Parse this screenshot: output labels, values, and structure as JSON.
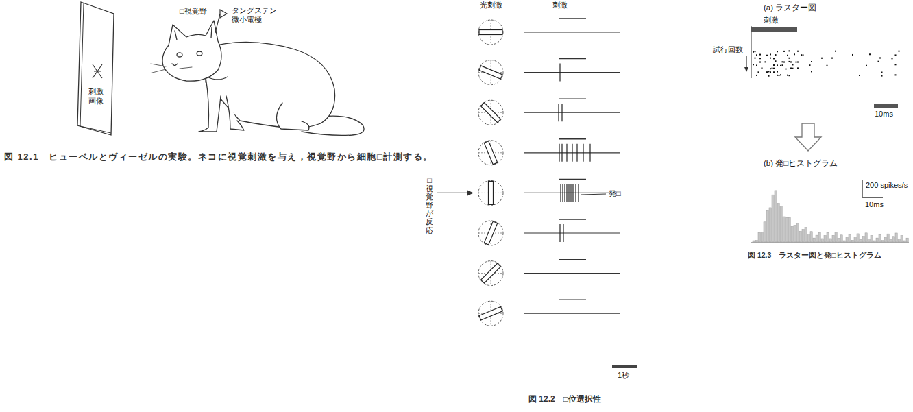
{
  "diagram": {
    "nodes": [
      {
        "text": [
          "刺激 画像"
        ]
      }
    ],
    "labels": [
      "□視覚野",
      "タングステン 微小電極",
      "図 12.1　ヒューベルとヴィーゼルの実験。ネコに視覚刺激を与え，視覚野から細胞□計測する。",
      "光刺激",
      "刺激",
      "□視覚野が反応",
      "発□",
      "1秒",
      "図 12.2　□位選択性",
      "(a) ラスター図",
      "刺激",
      "試行回数",
      "10ms",
      "(b) 発□ヒストグラム",
      "200 spikes/s",
      "10ms",
      "図 12.3　ラスター図と発□ヒストグラム"
    ]
  }
}
